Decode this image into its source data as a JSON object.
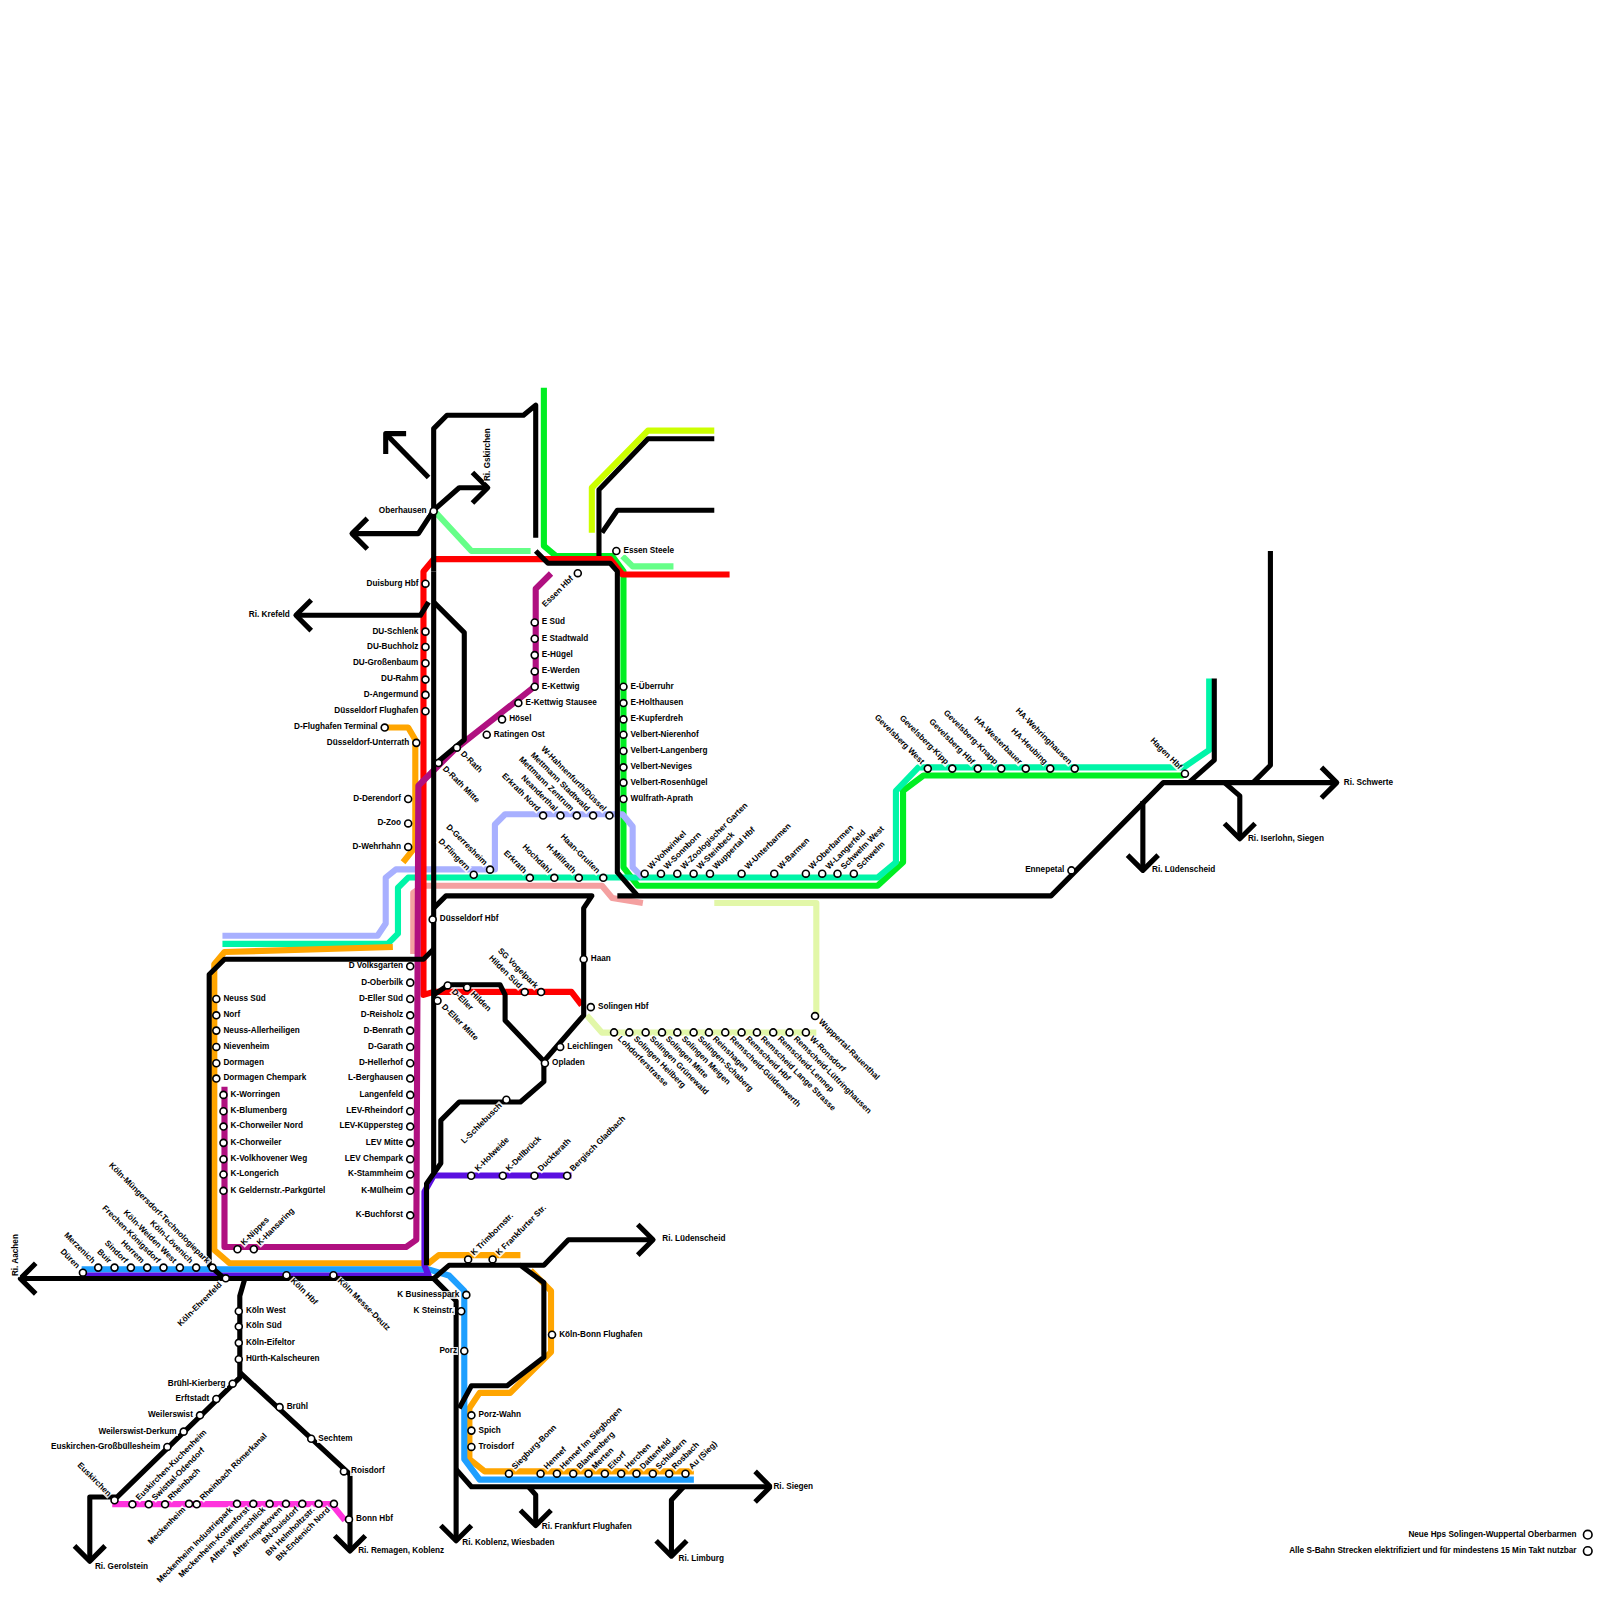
{
  "diagram": {
    "labels": [
      "Oberhausen",
      "Ri. Gskirchen",
      "Duisburg Hbf",
      "Ri. Krefeld",
      "DU-Schlenk",
      "DU-Buchholz",
      "DU-Großenbaum",
      "DU-Rahm",
      "D-Angermund",
      "Düsseldorf Flughafen",
      "D-Flughafen Terminal",
      "Düsseldorf-Unterrath",
      "D-Rath",
      "D-Rath Mitte",
      "D-Derendorf",
      "D-Zoo",
      "D-Wehrhahn",
      "Düsseldorf Hbf",
      "D Volksgarten",
      "D-Oberbilk",
      "D-Eller Süd",
      "D-Reisholz",
      "D-Benrath",
      "D-Garath",
      "D-Hellerhof",
      "L-Berghausen",
      "Langenfeld",
      "LEV-Rheindorf",
      "LEV-Küppersteg",
      "LEV Mitte",
      "LEV Chempark",
      "K-Stammheim",
      "K-Mülheim",
      "K-Buchforst",
      "D-Eller",
      "D-Eller Mitte",
      "Hilden",
      "Hilden Süd",
      "SG Vogelpark",
      "Haan",
      "Solingen Hbf",
      "Leichlingen",
      "Opladen",
      "L-Schlebusch",
      "K-Holweide",
      "K-Dellbrück",
      "Duckterath",
      "Bergisch Gladbach",
      "Essen Hbf",
      "E Süd",
      "E Stadtwald",
      "E-Hügel",
      "E-Werden",
      "E-Kettwig",
      "E-Kettwig Stausee",
      "Hösel",
      "Ratingen Ost",
      "Essen Steele",
      "E-Überruhr",
      "E-Holthausen",
      "E-Kupferdreh",
      "Velbert-Nierenhof",
      "Velbert-Langenberg",
      "Velbert-Neviges",
      "Velbert-Rosenhügel",
      "Wülfrath-Aprath",
      "Erkrath Nord",
      "Neanderthal",
      "Mettmann Zentrum",
      "Mettmann Stadtwald",
      "W-Hahnenfurth/Düssel",
      "D-Flingern",
      "D-Gerresheim",
      "Erkrath",
      "Hochdahl",
      "H-Millrath",
      "Haan-Gruiten",
      "W-Vohwinkel",
      "W-Sonnborn",
      "W-Zoologischer Garten",
      "W-Steinbeck",
      "Wuppertal Hbf",
      "W-Unterbarmen",
      "W-Barmen",
      "W-Oberbarmen",
      "W-Langerfeld",
      "Schwelm West",
      "Schwelm",
      "Gevelsberg West",
      "Gevelsberg-Kipp",
      "Gevelsberg Hbf",
      "Gevelsberg-Knapp",
      "HA-Westerbauer",
      "HA-Heubing",
      "HA-Wehringhausen",
      "Hagen Hbf",
      "Ri. Schwerte",
      "Ri. Iserlohn, Siegen",
      "Ennepetal",
      "Ri. Lüdenscheid",
      "Lohdorferstrasse",
      "Solingen Heilberg",
      "Solingen Grünewald",
      "Solingen Mitte",
      "Solingen Meigen",
      "Solingen-Schaberg",
      "Reinshagen",
      "Remscheid-Güldenwerth",
      "Remscheid Hbf",
      "Remscheid Lange Strasse",
      "Remscheid-Lennep",
      "Remscheid-Lüttringhausen",
      "W-Ronsdorf",
      "Wuppertal-Rauenthal",
      "Neuss Süd",
      "Norf",
      "Neuss-Allerheiligen",
      "Nievenheim",
      "Dormagen",
      "Dormagen Chempark",
      "K-Worringen",
      "K-Blumenberg",
      "K-Chorweiler Nord",
      "K-Chorweiler",
      "K-Volkhovener Weg",
      "K-Longerich",
      "K Geldernstr.-Parkgürtel",
      "K-Nippes",
      "K-Hansaring",
      "Köln Hbf",
      "Köln Messe-Deutz",
      "Köln-Ehrenfeld",
      "Köln-Müngersdorf-Technologiepark",
      "Köln-Lövenich",
      "Köln-Weiden West",
      "Frechen-Königsdorf",
      "Horrem",
      "Sindorf",
      "Buir",
      "Merzenich",
      "Düren",
      "Ri. Aachen",
      "Köln West",
      "Köln Süd",
      "Köln-Eifeltor",
      "Hürth-Kalscheuren",
      "Brühl-Kierberg",
      "Erftstadt",
      "Weilerswist",
      "Weilerswist-Derkum",
      "Euskirchen-Großbüllesheim",
      "Euskirchen",
      "Ri. Gerolstein",
      "Brühl",
      "Sechtem",
      "Roisdorf",
      "Bonn Hbf",
      "Ri. Remagen, Koblenz",
      "Euskirchen-Kuchenheim",
      "Swisttal-Odendorf",
      "Rheinbach",
      "Rheinbach Römerkanal",
      "Meckenheim",
      "Meckenheim Industriepark",
      "Meckenheim-Kottenforst",
      "Alfter-Witterschlick",
      "Alfter-Impekoven",
      "BN-Duisdorf",
      "BN Helmholtzstr.",
      "BN-Endenich Nord",
      "K Trimbornstr.",
      "K Frankfurter Str.",
      "Ri. Lüdenscheid",
      "K Businesspark",
      "K Steinstr.",
      "Köln-Bonn Flughafen",
      "Porz",
      "Porz-Wahn",
      "Spich",
      "Troisdorf",
      "Siegburg-Bonn",
      "Hennef",
      "Hennef Im Siegbogen",
      "Blankenberg",
      "Merten",
      "Eitorf",
      "Herchen",
      "Dattenfeld",
      "Schladern",
      "Rosbach",
      "Au (Sieg)",
      "Ri. Siegen",
      "Ri. Frankfurt Flughafen",
      "Ri. Koblenz, Wiesbaden",
      "Ri. Limburg"
    ],
    "legend": [
      {
        "text": "Neue Hps Solingen-Wuppertal Oberbarmen"
      },
      {
        "text": "Alle S-Bahn Strecken elektrifiziert und für mindestens 15 Min Takt nutzbar"
      }
    ]
  }
}
